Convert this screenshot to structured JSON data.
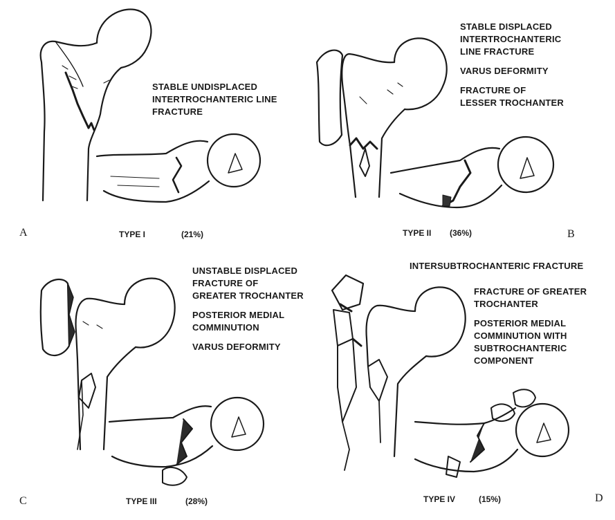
{
  "panels": {
    "a": {
      "letter": "A",
      "type": "TYPE I",
      "percent": "(21%)",
      "lines": [
        "STABLE UNDISPLACED",
        "INTERTROCHANTERIC LINE",
        "FRACTURE"
      ]
    },
    "b": {
      "letter": "B",
      "type": "TYPE II",
      "percent": "(36%)",
      "group1": [
        "STABLE DISPLACED",
        "INTERTROCHANTERIC",
        "LINE FRACTURE"
      ],
      "group2": [
        "VARUS DEFORMITY"
      ],
      "group3": [
        "FRACTURE OF",
        "LESSER TROCHANTER"
      ]
    },
    "c": {
      "letter": "C",
      "type": "TYPE III",
      "percent": "(28%)",
      "group1": [
        "UNSTABLE DISPLACED",
        "FRACTURE OF",
        "GREATER TROCHANTER"
      ],
      "group2": [
        "POSTERIOR MEDIAL",
        "COMMINUTION"
      ],
      "group3": [
        "VARUS DEFORMITY"
      ]
    },
    "d": {
      "letter": "D",
      "type": "TYPE IV",
      "percent": "(15%)",
      "group1": [
        "INTERSUBTROCHANTERIC FRACTURE"
      ],
      "group2": [
        "FRACTURE OF GREATER",
        "TROCHANTER"
      ],
      "group3": [
        "POSTERIOR MEDIAL",
        "COMMINUTION WITH",
        "SUBTROCHANTERIC",
        "COMPONENT"
      ]
    }
  }
}
